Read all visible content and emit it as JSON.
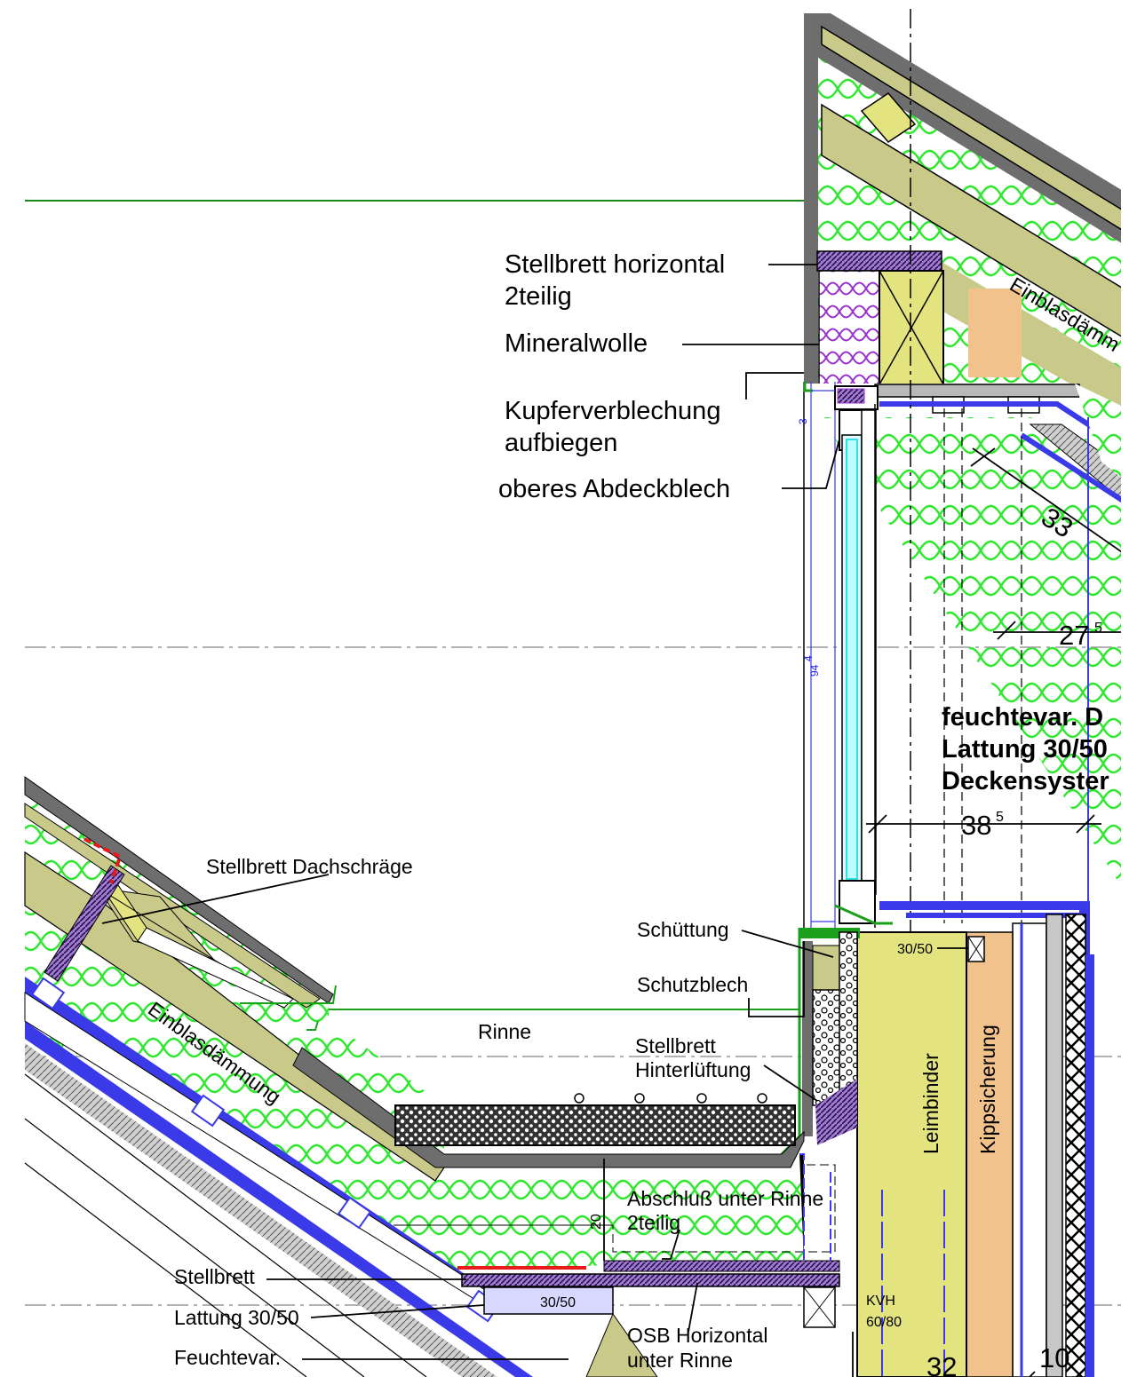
{
  "labels": {
    "stellbrett_horizontal_1": "Stellbrett horizontal",
    "stellbrett_horizontal_2": "2teilig",
    "mineralwolle": "Mineralwolle",
    "kupfer_1": "Kupferverblechung",
    "kupfer_2": "aufbiegen",
    "oberes_abdeckblech": "oberes Abdeckblech",
    "einblasdaemmung_top": "Einblasdämm",
    "einblasdaemmung_left": "Einblasdämmung",
    "feuchtevar_1": "feuchtevar. D",
    "feuchtevar_2": "Lattung 30/50",
    "feuchtevar_3": "Deckensyster",
    "stellbrett_dachschraege": "Stellbrett Dachschräge",
    "schuettung": "Schüttung",
    "schutzblech": "Schutzblech",
    "rinne": "Rinne",
    "stellbrett_hl_1": "Stellbrett",
    "stellbrett_hl_2": "Hinterlüftung",
    "abschluss_1": "Abschluß unter Rinne",
    "abschluss_2": "2teilig",
    "stellbrett": "Stellbrett",
    "lattung": "Lattung 30/50",
    "feuchtevar_bottom": "Feuchtevar.",
    "osb_1": "OSB Horizontal",
    "osb_2": "unter Rinne",
    "leimbinder": "Leimbinder",
    "kippsicherung": "Kippsicherung",
    "lattung_3050_small": "30/50",
    "lattung_3050_low": "30/50",
    "kvh_1": "KVH",
    "kvh_2": "60/80"
  },
  "dimensions": {
    "d33": "33",
    "d27": "27",
    "d27_sup": "5",
    "d38": "38",
    "d38_sup": "5",
    "d32": "32",
    "d10": "10",
    "d20": "20",
    "d94": "94",
    "d94_sup": "4",
    "d3": "3"
  },
  "colors": {
    "insulation_green": "#2ee82e",
    "panel_khaki": "#c9c98a",
    "timber_yellow": "#e3e380",
    "kipp_orange": "#f2c28c",
    "steel_grey": "#6e6e6e",
    "membrane_blue": "#3a3ae8",
    "glass_cyan": "#33e0e8",
    "sheet_green": "#1aa01a",
    "purple": "#9933cc",
    "red": "#e81a1a"
  }
}
